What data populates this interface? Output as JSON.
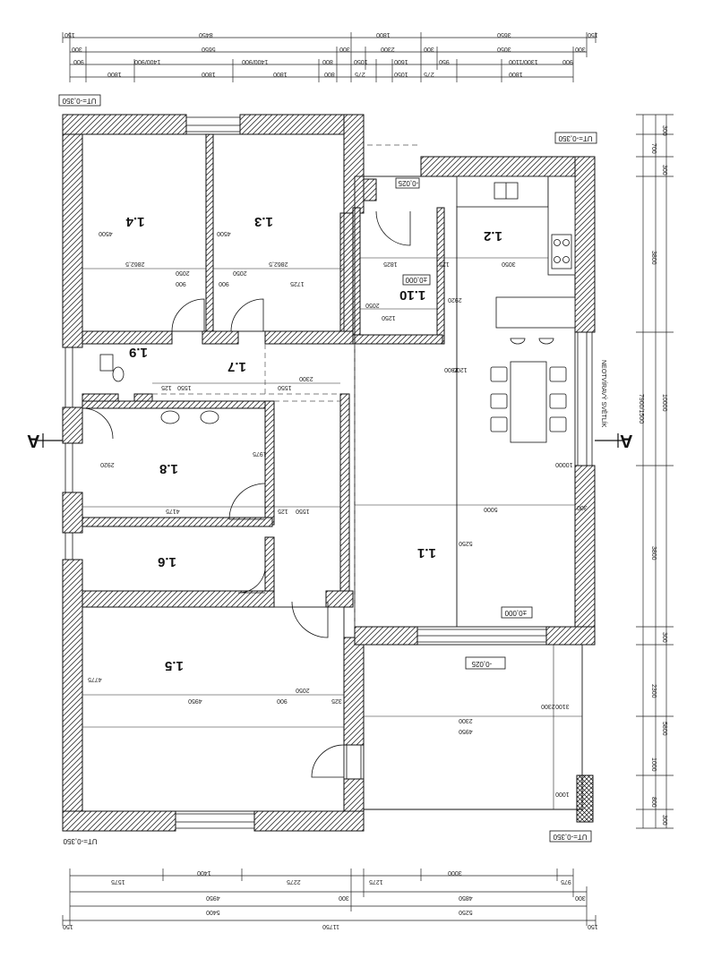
{
  "rooms": {
    "r1_1": "1.1",
    "r1_2": "1.2",
    "r1_3": "1.3",
    "r1_4": "1.4",
    "r1_5": "1.5",
    "r1_6": "1.6",
    "r1_7": "1.7",
    "r1_8": "1.8",
    "r1_9": "1.9",
    "r1_10": "1.10"
  },
  "levels": {
    "ut_top_left": "UT=-0,350",
    "ut_top_right": "UT=-0,350",
    "ut_bottom_right": "UT=-0,350",
    "ut_bottom_left": "UT=-0,350",
    "ut_small": "-0,025",
    "floor_1_10": "±0,000",
    "floor_1_1": "±0,000",
    "terrace": "-0,025"
  },
  "section": {
    "left": "A",
    "right": "A"
  },
  "labels": {
    "light_shaft": "NEOTVÍRAVÝ SVĚTLÍK"
  },
  "dims_top": {
    "r1": [
      "150",
      "8450",
      "1800",
      "3650",
      "150"
    ],
    "r2": [
      "300",
      "5650",
      "300",
      "2300",
      "300",
      "3050",
      "300"
    ],
    "r3": [
      "900",
      "1400/900",
      "1400/900",
      "800",
      "1050",
      "1600",
      "950",
      "1300/1100",
      "900"
    ],
    "r4": [
      "1800",
      "1800",
      "1800",
      "800",
      "275",
      "1050",
      "275",
      "1800"
    ]
  },
  "dims_bottom": {
    "r1": [
      "1575",
      "1400",
      "2275",
      "1275",
      "3000",
      "975"
    ],
    "r2": [
      "4950",
      "300",
      "4850",
      "300"
    ],
    "r3": [
      "5400",
      "5250"
    ],
    "r4": [
      "150",
      "11750",
      "150"
    ]
  },
  "dims_right": [
    "300",
    "700",
    "300",
    "3800",
    "7900/1500",
    "10000",
    "3800",
    "300",
    "2300",
    "1000",
    "5800",
    "800",
    "300"
  ],
  "dims_room_1_1": [
    "5000",
    "5250",
    "300",
    "10000"
  ],
  "dims_room_1_5": [
    "4950",
    "2050",
    "900",
    "325",
    "4775"
  ],
  "dims_room_1_2": [
    "1825",
    "3050",
    "125",
    "2050",
    "1250",
    "2920",
    "1200",
    "2300"
  ],
  "dims_room_1_3": [
    "2862,5",
    "2050",
    "900",
    "1725",
    "4500"
  ],
  "dims_room_1_4": [
    "2862,5",
    "2050",
    "900",
    "4500"
  ],
  "dims_room_1_7": [
    "2300",
    "1550",
    "125",
    "1550"
  ],
  "dims_room_1_8": [
    "4175",
    "1550",
    "125",
    "2920",
    "1975"
  ],
  "dims_terrace": [
    "2300",
    "4950",
    "3100",
    "2300",
    "1000"
  ]
}
